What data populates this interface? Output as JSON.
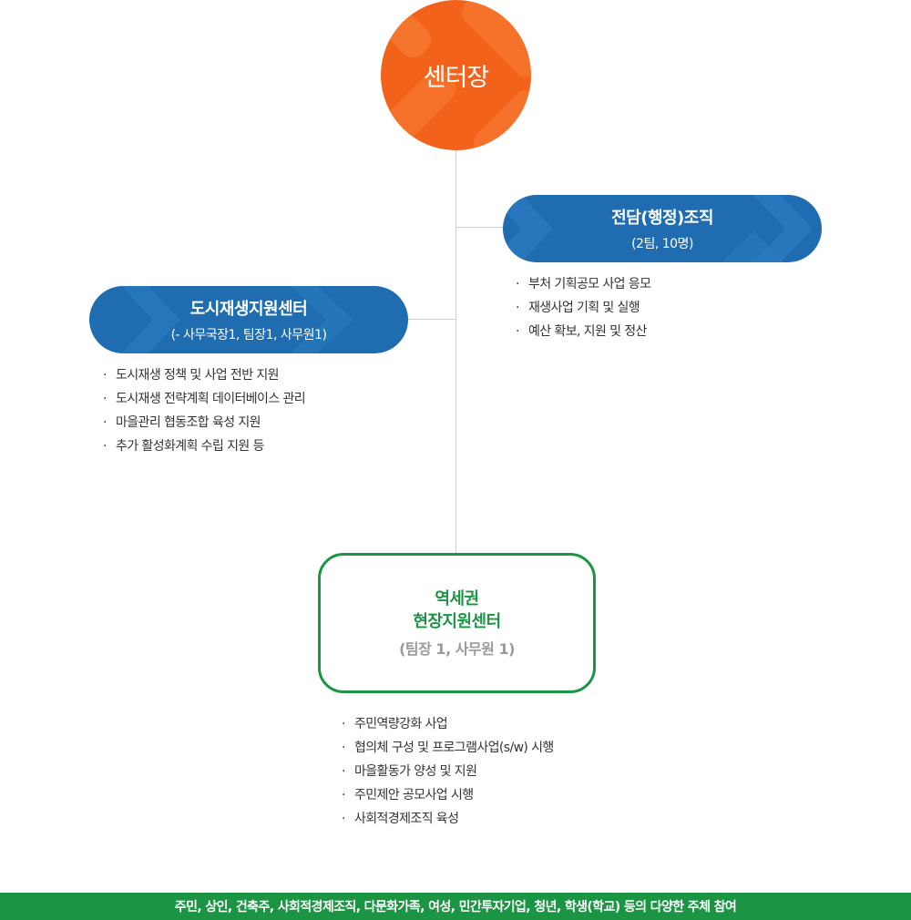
{
  "center": {
    "title": "센터장"
  },
  "admin_unit": {
    "title": "전담(행정)조직",
    "subtitle": "(2팀, 10명)",
    "duties": [
      "부처 기획공모 사업 응모",
      "재생사업 기획 및 실행",
      "예산 확보, 지원 및 정산"
    ]
  },
  "regen_center": {
    "title": "도시재생지원센터",
    "subtitle": "(- 사무국장1, 팀장1, 사무원1)",
    "duties": [
      "도시재생 정책 및 사업 전반 지원",
      "도시재생 전략계획 데이터베이스 관리",
      "마을관리 협동조합 육성 지원",
      "추가 활성화계획 수립 지원 등"
    ]
  },
  "station_center": {
    "title_line1": "역세권",
    "title_line2": "현장지원센터",
    "subtitle": "(팀장 1,  사무원 1)",
    "duties": [
      "주민역량강화 사업",
      "협의체 구성 및 프로그램사업(s/w) 시행",
      "마을활동가 양성 및 지원",
      "주민제안 공모사업 시행",
      "사회적경제조직 육성"
    ]
  },
  "bullet": "·",
  "footer": {
    "text": "주민, 상인, 건축주, 사회적경제조직, 다문화가족, 여성, 민간투자기업, 청년, 학생(학교) 등의 다양한 주체 참여"
  },
  "colors": {
    "orange": "#f2621a",
    "blue": "#1f6cb0",
    "green": "#1b9444",
    "line": "#cfcfcf"
  }
}
